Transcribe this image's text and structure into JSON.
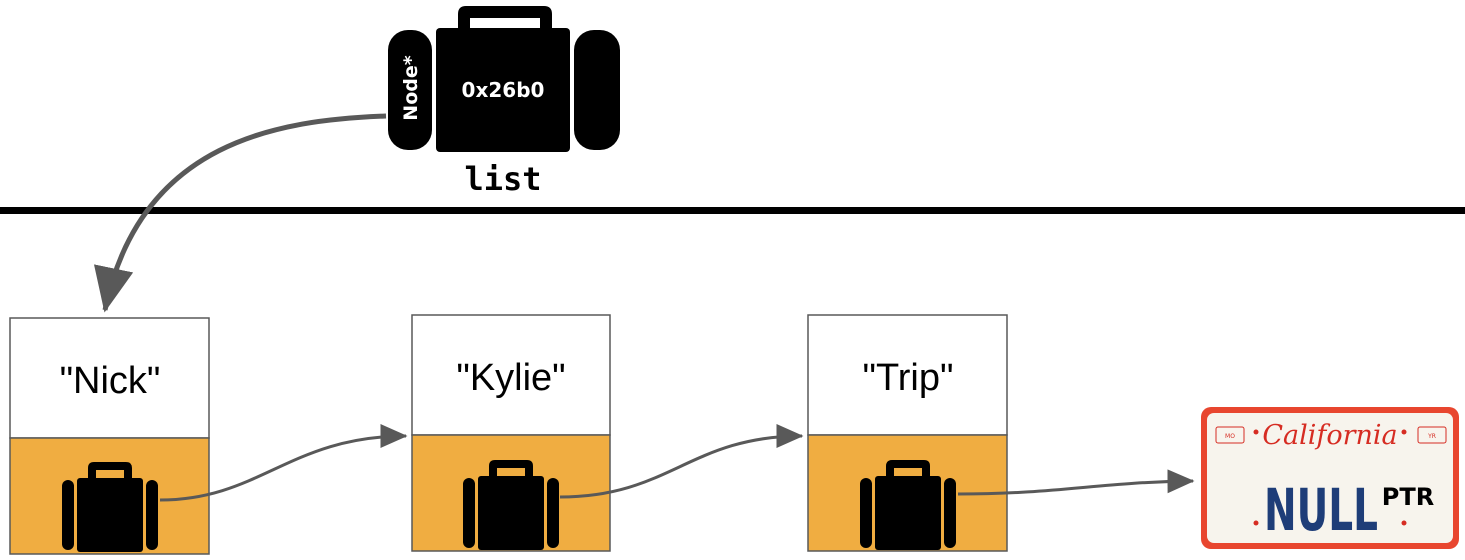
{
  "pointer_var": {
    "type": "Node*",
    "value": "0x26b0",
    "name": "list"
  },
  "nodes": [
    {
      "label": "\"Nick\""
    },
    {
      "label": "\"Kylie\""
    },
    {
      "label": "\"Trip\""
    }
  ],
  "null_plate": {
    "state": "California",
    "main_text": "NULL",
    "suffix_text": "PTR",
    "corner_left": "MO",
    "corner_right": "YR"
  },
  "colors": {
    "node_bottom": "#f0ad41",
    "arrow": "#595959",
    "divider": "#000000",
    "plate_border": "#e8462f"
  }
}
